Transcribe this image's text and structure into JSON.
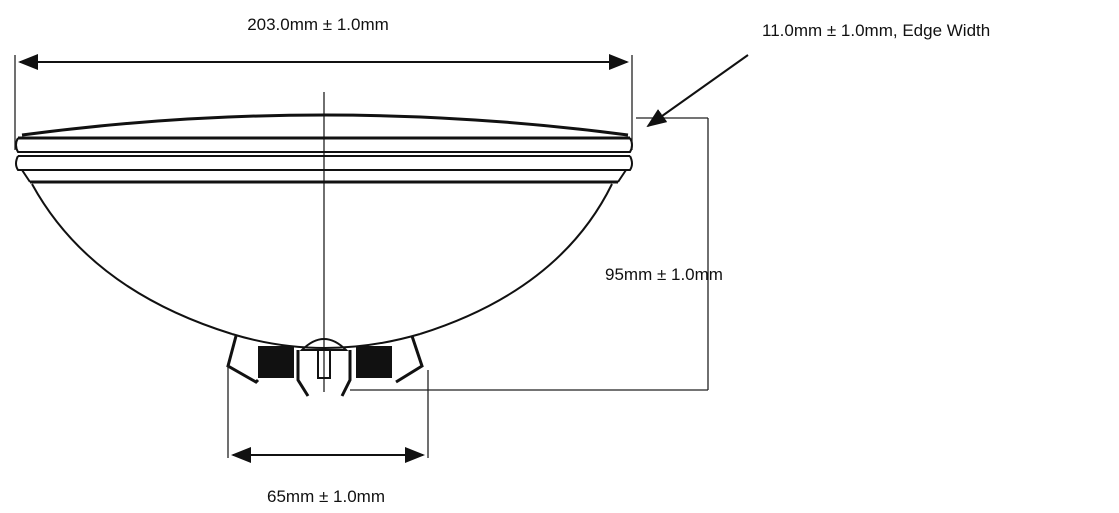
{
  "diagram": {
    "dimensions": {
      "overall_diameter": "203.0mm ± 1.0mm",
      "edge_width": "11.0mm ± 1.0mm, Edge Width",
      "height": "95mm ± 1.0mm",
      "base_width": "65mm ± 1.0mm"
    },
    "colors": {
      "line": "#111111",
      "background": "#ffffff"
    }
  }
}
